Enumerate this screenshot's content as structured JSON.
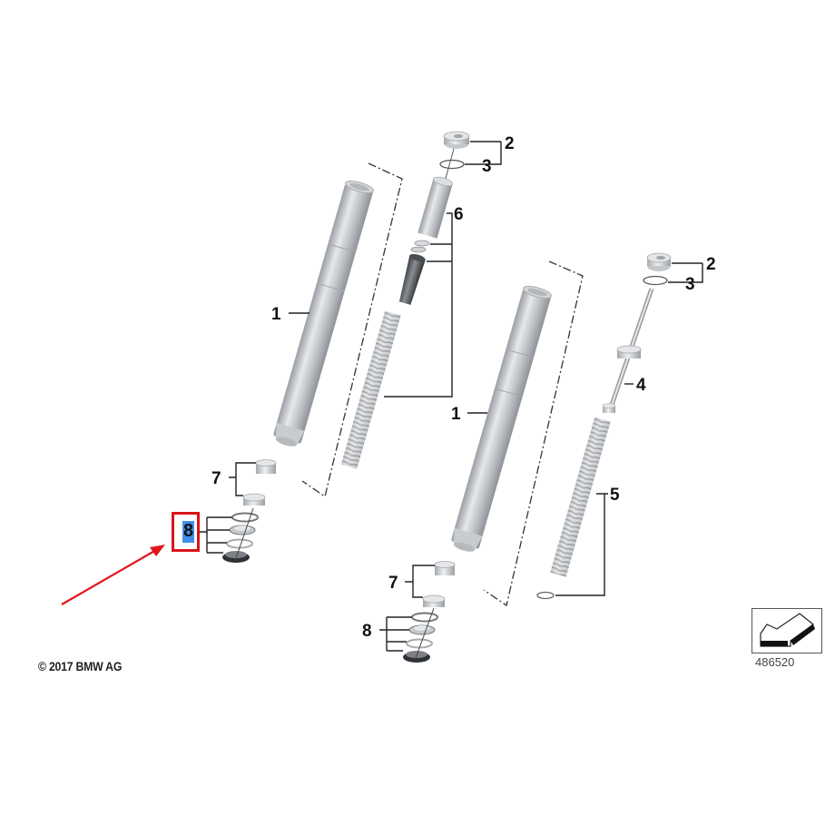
{
  "diagram": {
    "title": "Front fork tube / spring assembly (exploded view)",
    "copyright": "© 2017 BMW AG",
    "diagram_number": "486520",
    "callouts": {
      "left_assembly": [
        "1",
        "2",
        "3",
        "6",
        "7",
        "8"
      ],
      "right_assembly": [
        "1",
        "2",
        "3",
        "4",
        "5",
        "7",
        "8"
      ]
    },
    "labels": {
      "left_1": "1",
      "left_2": "2",
      "left_3": "3",
      "left_6": "6",
      "left_7": "7",
      "left_8": "8",
      "right_1": "1",
      "right_2": "2",
      "right_3": "3",
      "right_4": "4",
      "right_5": "5",
      "right_7": "7",
      "right_8": "8"
    },
    "highlight": {
      "label": "8",
      "color": "#d9141b",
      "selection_color": "#1e7be8"
    },
    "nav_icon": "arrow-navigation-icon"
  }
}
